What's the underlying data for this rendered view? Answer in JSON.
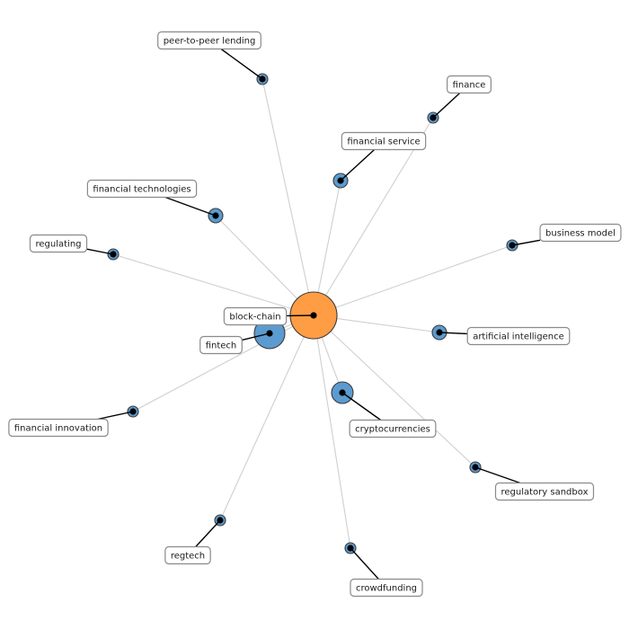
{
  "colors": {
    "hub": "#ff9d45",
    "node": "#5b9bd0",
    "edge": "#cfcfcf",
    "leader": "#000000",
    "label_border": "#8a8a8a"
  },
  "graph": {
    "hub": {
      "id": "hub",
      "label": "block-chain",
      "color": "hub"
    },
    "nodes": [
      {
        "id": "n1",
        "label": "peer-to-peer lending",
        "color": "node"
      },
      {
        "id": "n2",
        "label": "finance",
        "color": "node"
      },
      {
        "id": "n3",
        "label": "financial service",
        "color": "node"
      },
      {
        "id": "n4",
        "label": "financial technologies",
        "color": "node"
      },
      {
        "id": "n5",
        "label": "regulating",
        "color": "node"
      },
      {
        "id": "n6",
        "label": "business model",
        "color": "node"
      },
      {
        "id": "n7",
        "label": "artificial intelligence",
        "color": "node"
      },
      {
        "id": "n8",
        "label": "fintech",
        "color": "node"
      },
      {
        "id": "n9",
        "label": "cryptocurrencies",
        "color": "node"
      },
      {
        "id": "n10",
        "label": "financial innovation",
        "color": "node"
      },
      {
        "id": "n11",
        "label": "regulatory sandbox",
        "color": "node"
      },
      {
        "id": "n12",
        "label": "regtech",
        "color": "node"
      },
      {
        "id": "n13",
        "label": "crowdfunding",
        "color": "node"
      }
    ]
  }
}
